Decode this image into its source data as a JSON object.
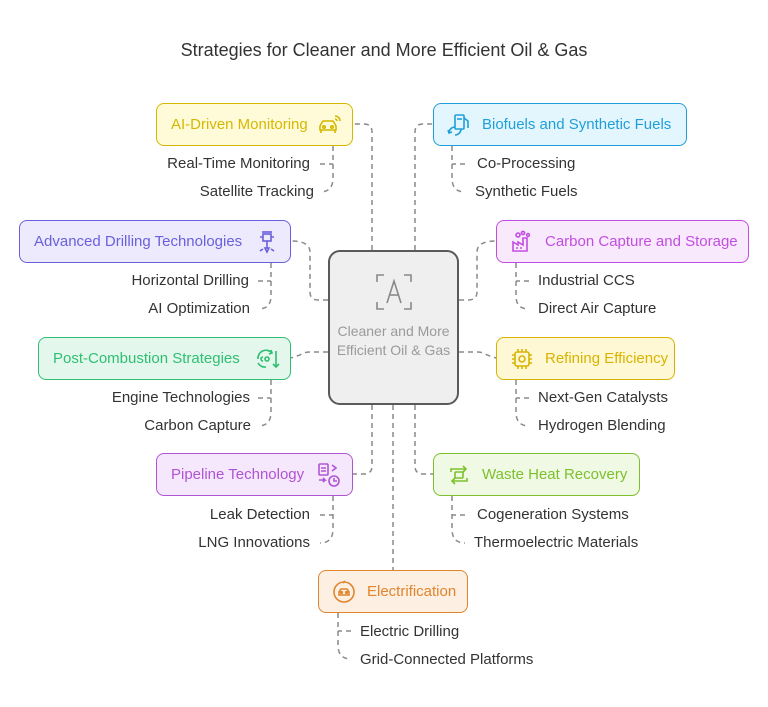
{
  "title": "Strategies for Cleaner and More Efficient Oil & Gas",
  "center": {
    "label": "Cleaner and More Efficient Oil & Gas",
    "icon": "text-box-icon"
  },
  "branches": [
    {
      "key": "ai",
      "label": "AI-Driven Monitoring",
      "icon": "car-signal-icon",
      "color": "#d4b800",
      "bg": "#fffbd9",
      "items": [
        "Real-Time Monitoring",
        "Satellite Tracking"
      ]
    },
    {
      "key": "bio",
      "label": "Biofuels and Synthetic Fuels",
      "icon": "fuel-pump-icon",
      "color": "#1f9fd9",
      "bg": "#e3f6fd",
      "items": [
        "Co-Processing",
        "Synthetic Fuels"
      ]
    },
    {
      "key": "drill",
      "label": "Advanced Drilling Technologies",
      "icon": "drill-icon",
      "color": "#6a5fdc",
      "bg": "#eceafc",
      "items": [
        "Horizontal Drilling",
        "AI Optimization"
      ]
    },
    {
      "key": "ccs",
      "label": "Carbon Capture and Storage",
      "icon": "factory-emission-icon",
      "color": "#c24ee0",
      "bg": "#f9e9fd",
      "items": [
        "Industrial CCS",
        "Direct Air Capture"
      ]
    },
    {
      "key": "post",
      "label": "Post-Combustion Strategies",
      "icon": "co2-cycle-icon",
      "color": "#2fbf72",
      "bg": "#e3f7ec",
      "items": [
        "Engine Technologies",
        "Carbon Capture"
      ]
    },
    {
      "key": "refine",
      "label": "Refining Efficiency",
      "icon": "processor-gear-icon",
      "color": "#d8b400",
      "bg": "#fff8d4",
      "items": [
        "Next-Gen Catalysts",
        "Hydrogen Blending"
      ]
    },
    {
      "key": "pipe",
      "label": "Pipeline Technology",
      "icon": "pipeline-document-icon",
      "color": "#b054d6",
      "bg": "#f6e8fc",
      "items": [
        "Leak Detection",
        "LNG Innovations"
      ]
    },
    {
      "key": "heat",
      "label": "Waste Heat Recovery",
      "icon": "recycle-arrows-icon",
      "color": "#7cc12d",
      "bg": "#f0f9e4",
      "items": [
        "Cogeneration Systems",
        "Thermoelectric Materials"
      ]
    },
    {
      "key": "elec",
      "label": "Electrification",
      "icon": "electric-car-icon",
      "color": "#e0852e",
      "bg": "#fdefe2",
      "items": [
        "Electric Drilling",
        "Grid-Connected Platforms"
      ]
    }
  ]
}
